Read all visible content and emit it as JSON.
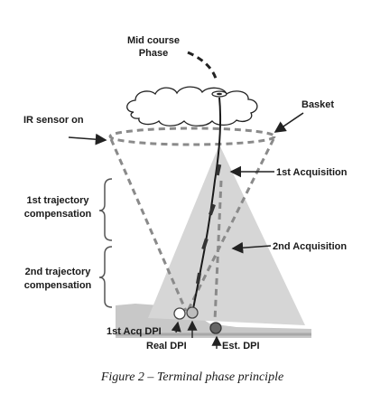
{
  "labels": {
    "mid_course": [
      "Mid course",
      "Phase"
    ],
    "basket": "Basket",
    "ir_sensor": "IR sensor on",
    "first_acquisition": "1st Acquisition",
    "second_acquisition": "2nd Acquisition",
    "first_traj": [
      "1st trajectory",
      "compensation"
    ],
    "second_traj": [
      "2nd trajectory",
      "compensation"
    ],
    "first_acq_dpi": "1st Acq DPI",
    "real_dpi": "Real DPI",
    "est_dpi": "Est. DPI"
  },
  "caption": "Figure 2 – Terminal phase principle",
  "colors": {
    "cone_fill": "#d6d6d6",
    "dashed": "#8a8a8a",
    "ink": "#222222",
    "ground": "#c8c8c8"
  }
}
